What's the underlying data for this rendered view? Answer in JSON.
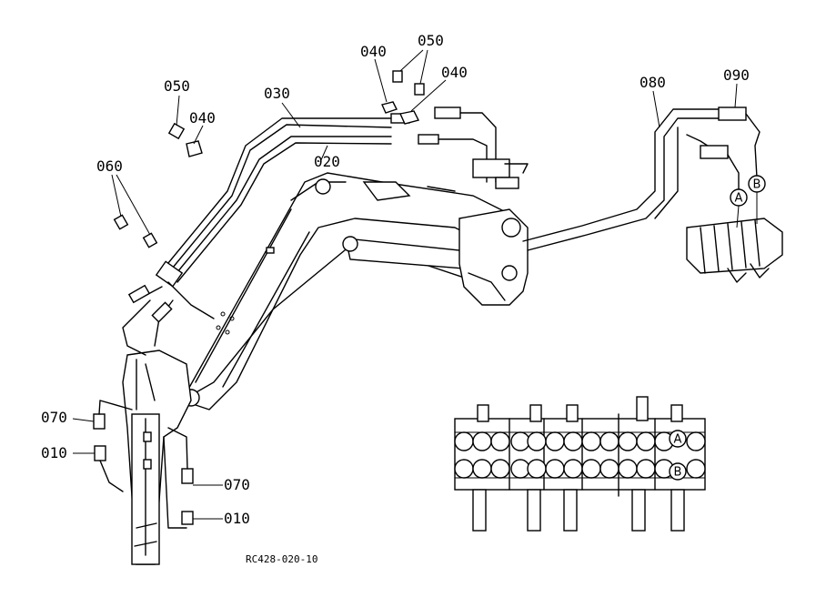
{
  "callouts": {
    "c010_left": "010",
    "c010_right": "010",
    "c020": "020",
    "c030": "030",
    "c040_left": "040",
    "c040_top": "040",
    "c040_right": "040",
    "c050_left": "050",
    "c050_top": "050",
    "c060": "060",
    "c070_left": "070",
    "c070_right": "070",
    "c080": "080",
    "c090": "090"
  },
  "ports": {
    "a": "A",
    "b": "B",
    "a_detail": "A",
    "b_detail": "B"
  },
  "caption": "RC428-020-10"
}
